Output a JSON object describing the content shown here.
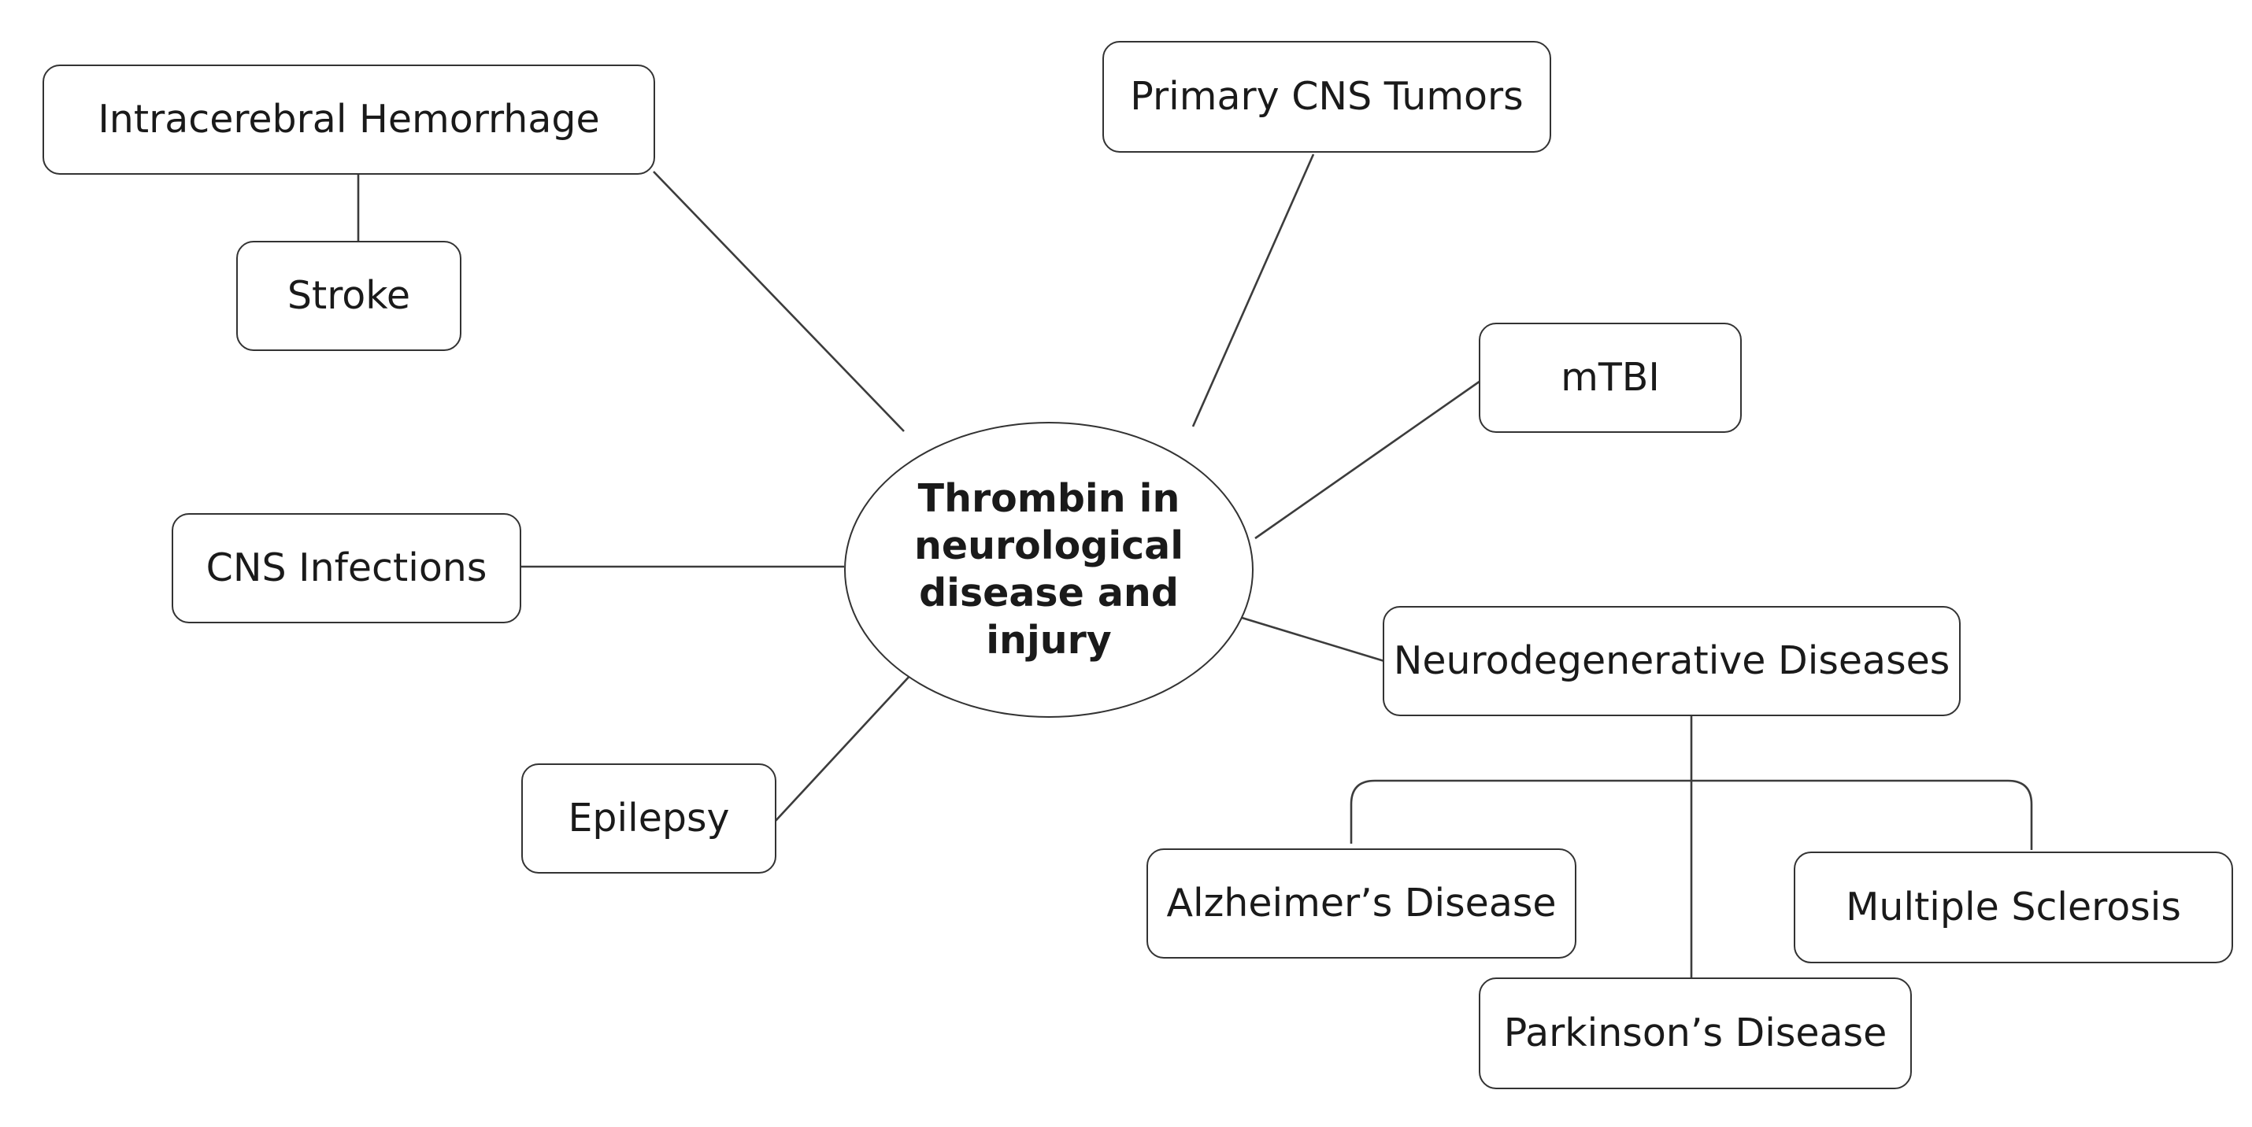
{
  "center": {
    "title": "Thrombin in neurological disease and injury"
  },
  "nodes": {
    "intracerebral_hemorrhage": "Intracerebral Hemorrhage",
    "stroke": "Stroke",
    "primary_cns_tumors": "Primary CNS Tumors",
    "mtbi": "mTBI",
    "cns_infections": "CNS Infections",
    "epilepsy": "Epilepsy",
    "neurodegenerative_diseases": "Neurodegenerative Diseases",
    "alzheimers_disease": "Alzheimer’s Disease",
    "parkinsons_disease": "Parkinson’s Disease",
    "multiple_sclerosis": "Multiple Sclerosis"
  }
}
